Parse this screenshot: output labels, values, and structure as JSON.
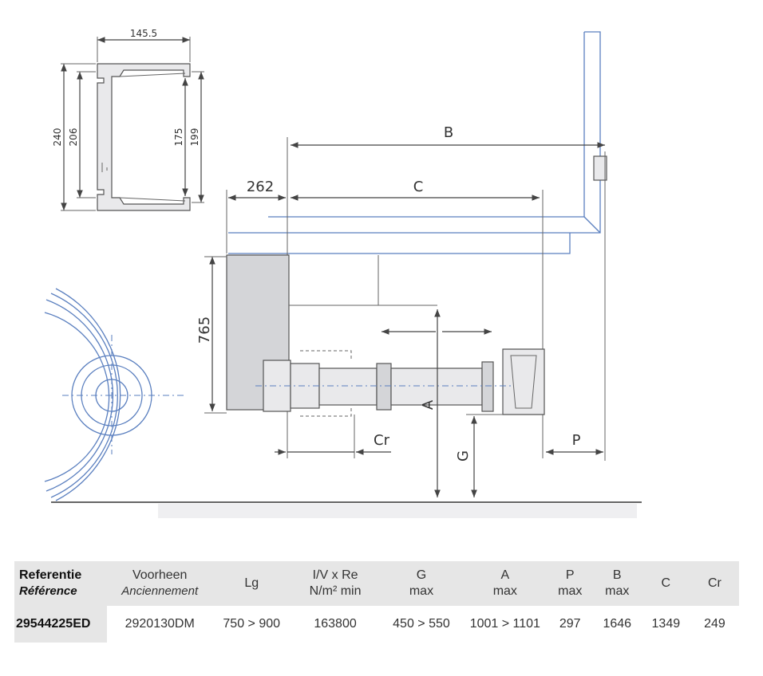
{
  "drawing": {
    "section_dims": {
      "width": "145.5",
      "h_outer": "240",
      "h_inner": "206",
      "h_slot": "175",
      "h_slot_outer": "199"
    },
    "dims": {
      "B": "B",
      "C": "C",
      "d262": "262",
      "d765": "765",
      "A": "A",
      "Cr": "Cr",
      "G": "G",
      "P": "P"
    }
  },
  "table": {
    "headers": [
      {
        "line1": "Referentie",
        "line2": "Référence"
      },
      {
        "line1": "Voorheen",
        "line2": "Anciennement"
      },
      {
        "line1": "Lg",
        "line2": ""
      },
      {
        "line1": "I/V x Re",
        "line2": "N/m² min"
      },
      {
        "line1": "G",
        "line2": "max"
      },
      {
        "line1": "A",
        "line2": "max"
      },
      {
        "line1": "P",
        "line2": "max"
      },
      {
        "line1": "B",
        "line2": "max"
      },
      {
        "line1": "C",
        "line2": ""
      },
      {
        "line1": "Cr",
        "line2": ""
      }
    ],
    "row": [
      "29544225ED",
      "2920130DM",
      "750 > 900",
      "163800",
      "450 > 550",
      "1001 > 1101",
      "297",
      "1646",
      "1349",
      "249"
    ]
  }
}
